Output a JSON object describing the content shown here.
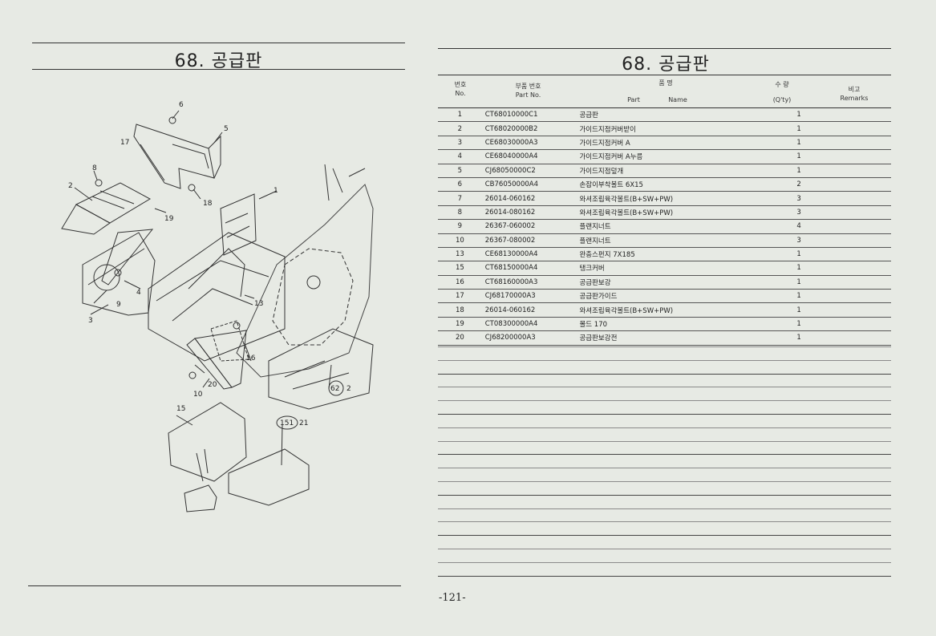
{
  "left": {
    "title": "68. 공급판"
  },
  "right": {
    "title": "68. 공급판",
    "headers": {
      "no_kr": "번호",
      "no_en": "No.",
      "part_kr": "부품 번호",
      "part_en": "Part   No.",
      "name_kr": "품        명",
      "name_en_1": "Part",
      "name_en_2": "Name",
      "qty_kr": "수  량",
      "qty_en": "(Q'ty)",
      "remarks_kr": "비고",
      "remarks_en": "Remarks"
    },
    "rows": [
      {
        "no": "1",
        "part": "CT68010000C1",
        "name": "공급판",
        "qty": "1"
      },
      {
        "no": "2",
        "part": "CT68020000B2",
        "name": "가이드지점커버받이",
        "qty": "1"
      },
      {
        "no": "3",
        "part": "CE68030000A3",
        "name": "가이드지점커버 A",
        "qty": "1"
      },
      {
        "no": "4",
        "part": "CE68040000A4",
        "name": "가이드지점커버 A누름",
        "qty": "1"
      },
      {
        "no": "5",
        "part": "CJ68050000C2",
        "name": "가이드지점덮개",
        "qty": "1"
      },
      {
        "no": "6",
        "part": "CB76050000A4",
        "name": "손잡이부착볼트 6X15",
        "qty": "2"
      },
      {
        "no": "7",
        "part": "26014-060162",
        "name": "와셔조립육각볼트(B+SW+PW)",
        "qty": "3"
      },
      {
        "no": "8",
        "part": "26014-080162",
        "name": "와셔조립육각볼트(B+SW+PW)",
        "qty": "3"
      },
      {
        "no": "9",
        "part": "26367-060002",
        "name": "플랜지너트",
        "qty": "4"
      },
      {
        "no": "10",
        "part": "26367-080002",
        "name": "플랜지너트",
        "qty": "3"
      },
      {
        "no": "13",
        "part": "CE68130000A4",
        "name": "완충스펀지 7X185",
        "qty": "1"
      },
      {
        "no": "15",
        "part": "CT68150000A4",
        "name": "탱크커버",
        "qty": "1"
      },
      {
        "no": "16",
        "part": "CT68160000A3",
        "name": "공급판보강",
        "qty": "1"
      },
      {
        "no": "17",
        "part": "CJ68170000A3",
        "name": "공급판가이드",
        "qty": "1"
      },
      {
        "no": "18",
        "part": "26014-060162",
        "name": "와셔조립육각볼트(B+SW+PW)",
        "qty": "1"
      },
      {
        "no": "19",
        "part": "CT08300000A4",
        "name": "몰드 170",
        "qty": "1"
      },
      {
        "no": "20",
        "part": "CJ68200000A3",
        "name": "공급판보강전",
        "qty": "1"
      }
    ],
    "page_number": "-121-"
  },
  "diagram": {
    "callouts": {
      "c1": "1",
      "c2": "2",
      "c3": "3",
      "c4": "4",
      "c5": "5",
      "c6": "6",
      "c8": "8",
      "c9": "9",
      "c10": "10",
      "c13": "13",
      "c15": "15",
      "c16": "16",
      "c17": "17",
      "c18": "18",
      "c19": "19",
      "c20": "20",
      "ref62_num": "62",
      "ref62_suffix": "2",
      "ref151_num": "151",
      "ref151_suffix": "21"
    }
  }
}
